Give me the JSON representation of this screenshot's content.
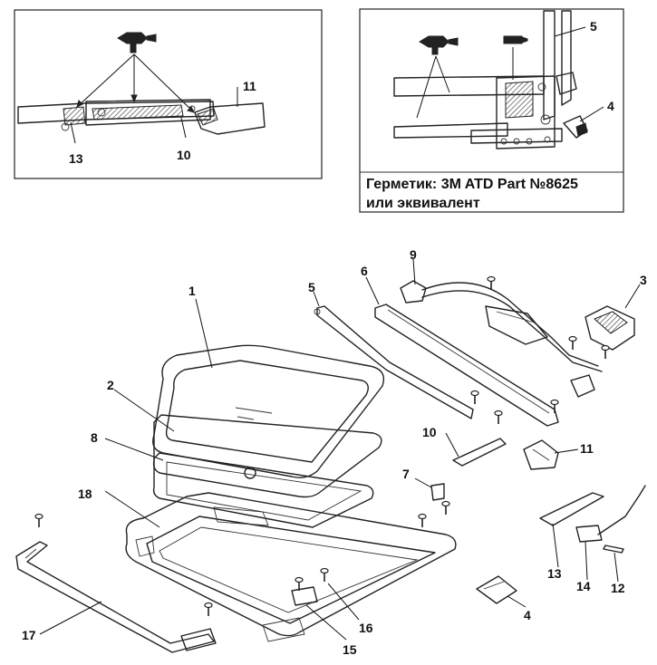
{
  "note": {
    "line1": "Герметик: 3M ATD Part №8625",
    "line2": "или эквивалент"
  },
  "inset_left_labels": {
    "l13": "13",
    "l10": "10",
    "l11": "11"
  },
  "inset_right_labels": {
    "l5": "5",
    "l4": "4"
  },
  "main_labels": {
    "l1": "1",
    "l2": "2",
    "l3": "3",
    "l4": "4",
    "l5": "5",
    "l6": "6",
    "l7": "7",
    "l8": "8",
    "l9": "9",
    "l10": "10",
    "l11": "11",
    "l12": "12",
    "l13": "13",
    "l14": "14",
    "l15": "15",
    "l16": "16",
    "l17": "17",
    "l18": "18"
  },
  "icons": [
    "sealant-tube-icon",
    "sealant-gun-icon",
    "bolt-icon"
  ]
}
